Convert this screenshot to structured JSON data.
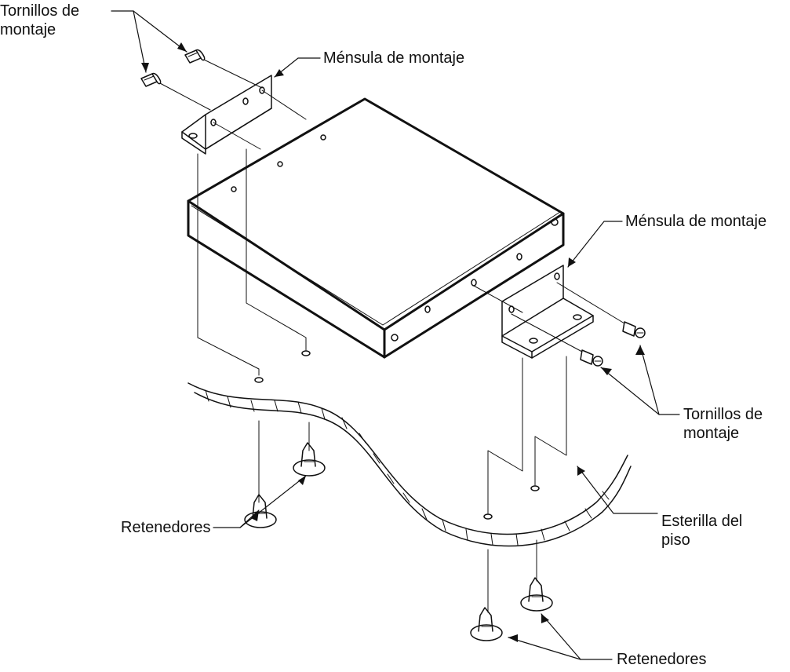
{
  "labels": {
    "screws_top": [
      "Tornillos de",
      "montaje"
    ],
    "bracket_top": "Ménsula de montaje",
    "bracket_right": "Ménsula de montaje",
    "screws_right": [
      "Tornillos de",
      "montaje"
    ],
    "mat": [
      "Esterilla del",
      "piso"
    ],
    "retainers_left": "Retenedores",
    "retainers_bottom": "Retenedores"
  },
  "colors": {
    "line": "#111111",
    "background": "#ffffff"
  }
}
